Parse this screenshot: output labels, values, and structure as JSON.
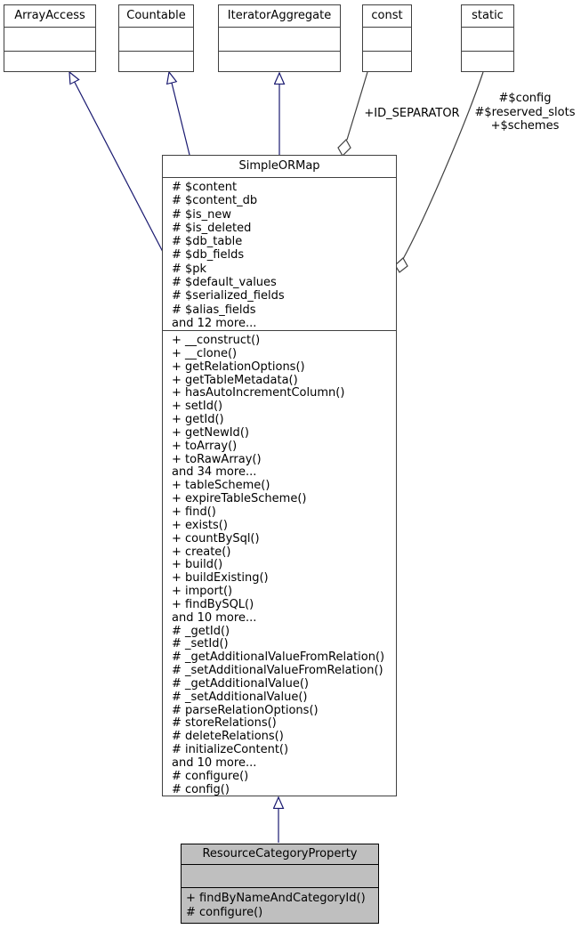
{
  "nodes": {
    "array_access": {
      "title": "ArrayAccess"
    },
    "countable": {
      "title": "Countable"
    },
    "iterator_aggregate": {
      "title": "IteratorAggregate"
    },
    "const_box": {
      "title": "const"
    },
    "static_box": {
      "title": "static"
    },
    "simple_or_map": {
      "title": "SimpleORMap",
      "attributes": [
        "# $content",
        "# $content_db",
        "# $is_new",
        "# $is_deleted",
        "# $db_table",
        "# $db_fields",
        "# $pk",
        "# $default_values",
        "# $serialized_fields",
        "# $alias_fields",
        "and 12 more..."
      ],
      "methods": [
        "+ __construct()",
        "+ __clone()",
        "+ getRelationOptions()",
        "+ getTableMetadata()",
        "+ hasAutoIncrementColumn()",
        "+ setId()",
        "+ getId()",
        "+ getNewId()",
        "+ toArray()",
        "+ toRawArray()",
        "and 34 more...",
        "+ tableScheme()",
        "+ expireTableScheme()",
        "+ find()",
        "+ exists()",
        "+ countBySql()",
        "+ create()",
        "+ build()",
        "+ buildExisting()",
        "+ import()",
        "+ findBySQL()",
        "and 10 more...",
        "# _getId()",
        "# _setId()",
        "# _getAdditionalValueFromRelation()",
        "# _setAdditionalValueFromRelation()",
        "# _getAdditionalValue()",
        "# _setAdditionalValue()",
        "# parseRelationOptions()",
        "# storeRelations()",
        "# deleteRelations()",
        "# initializeContent()",
        "and 10 more...",
        "# configure()",
        "# config()"
      ]
    },
    "resource_category_property": {
      "title": "ResourceCategoryProperty",
      "methods": [
        "+ findByNameAndCategoryId()",
        "# configure()"
      ]
    }
  },
  "edge_labels": {
    "const_usage": "+ID_SEPARATOR",
    "static_usage": [
      "#$config",
      "#$reserved_slots",
      "+$schemes"
    ]
  },
  "colors": {
    "inheritance": "#191970",
    "usage": "#404040",
    "border": "#404040",
    "highlight_border": "#000000",
    "highlight_fill": "#bfbfbf",
    "text": "#000000",
    "background": "#ffffff"
  }
}
